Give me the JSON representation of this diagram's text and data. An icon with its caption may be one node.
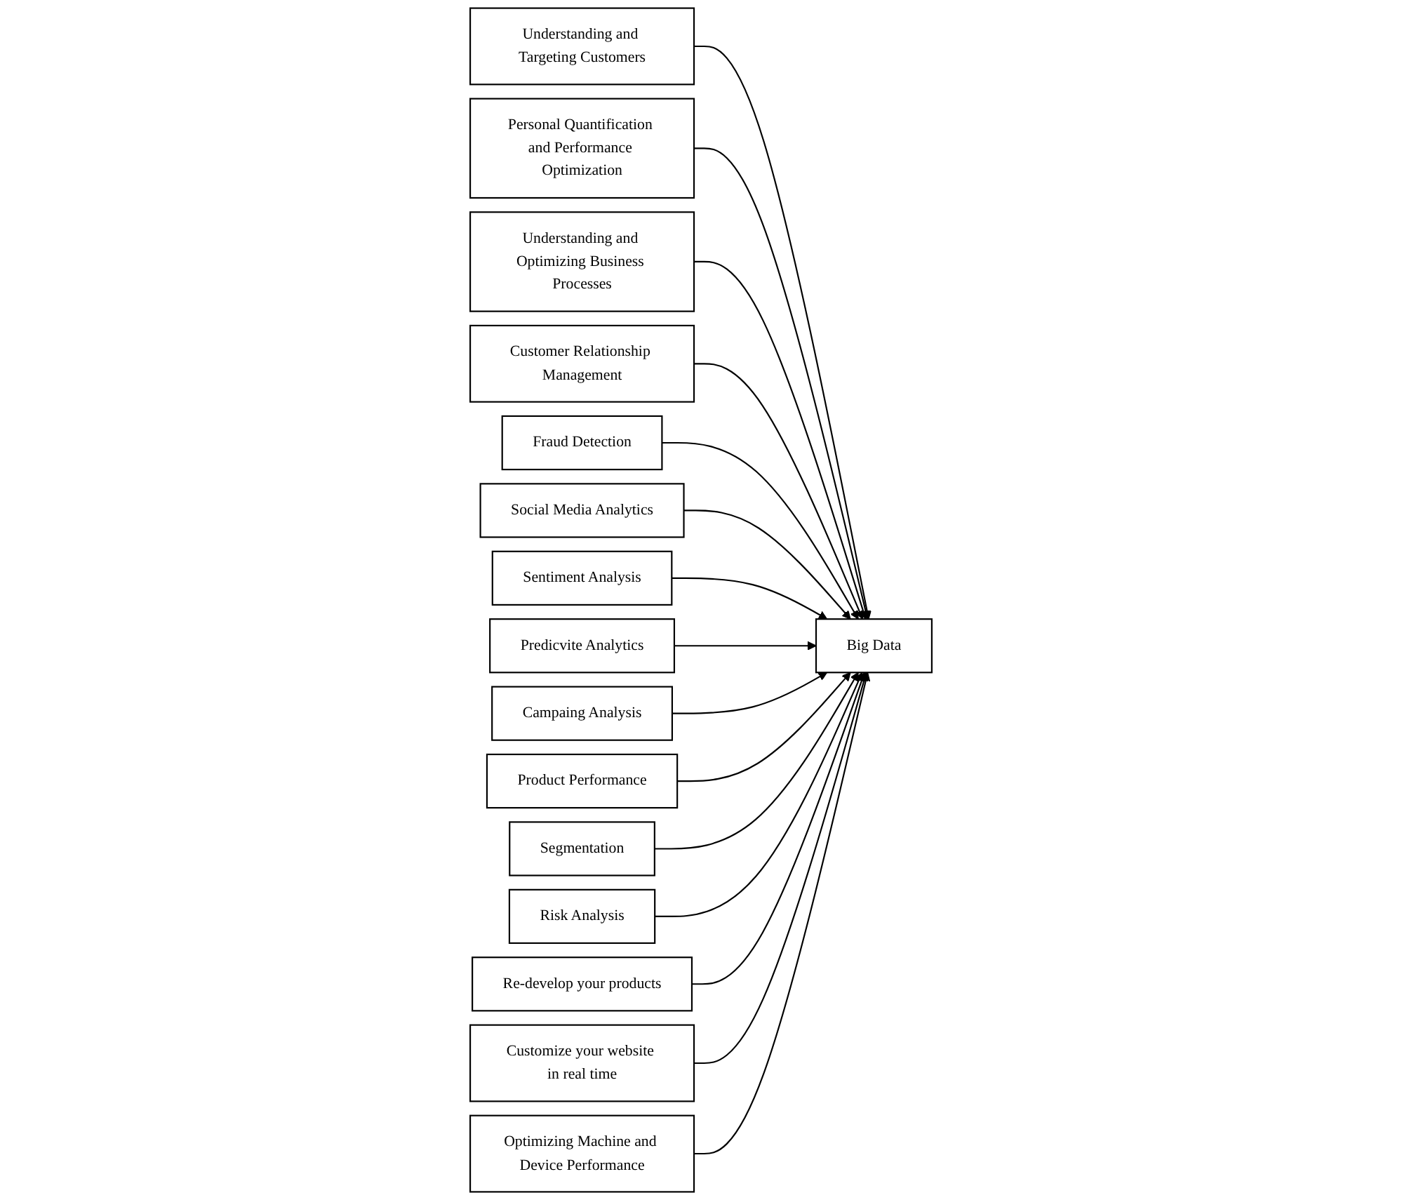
{
  "diagram": {
    "nodes": [
      {
        "text": [
          "Understanding and Targeting Customers"
        ]
      },
      {
        "text": [
          "Personal Quantification and Performance Optimization"
        ]
      },
      {
        "text": [
          "Understanding and Optimizing Business Processes"
        ]
      },
      {
        "text": [
          "Customer Relationship Management"
        ]
      },
      {
        "text": [
          "Campaing Analysis"
        ]
      },
      {
        "text": [
          "Fraud Detection"
        ]
      },
      {
        "text": [
          "Product Performance"
        ]
      },
      {
        "text": [
          "Social Media Analytics"
        ]
      },
      {
        "text": [
          "Big Data"
        ]
      },
      {
        "text": [
          "Segmentation"
        ]
      },
      {
        "text": [
          "Sentiment Analysis"
        ]
      },
      {
        "text": [
          "Risk Analysis"
        ]
      },
      {
        "text": [
          "Predicvite Analytics"
        ]
      },
      {
        "text": [
          "Customize your website in real time"
        ]
      },
      {
        "text": [
          "Optimizing Machine and Device Performance"
        ]
      },
      {
        "text": [
          "Re-develop your products"
        ]
      }
    ],
    "edges": [
      {
        "from": 0,
        "to": 8,
        "arrow": "to"
      },
      {
        "from": 1,
        "to": 8,
        "arrow": "to"
      },
      {
        "from": 2,
        "to": 8,
        "arrow": "to"
      },
      {
        "from": 3,
        "to": 8,
        "arrow": "to"
      },
      {
        "from": 5,
        "to": 8,
        "arrow": "to"
      },
      {
        "from": 7,
        "to": 8,
        "arrow": "to"
      },
      {
        "from": 10,
        "to": 8,
        "arrow": "to"
      },
      {
        "from": 12,
        "to": 8,
        "arrow": "to"
      },
      {
        "from": 4,
        "to": 8,
        "arrow": "to"
      },
      {
        "from": 6,
        "to": 8,
        "arrow": "to"
      },
      {
        "from": 9,
        "to": 8,
        "arrow": "to"
      },
      {
        "from": 11,
        "to": 8,
        "arrow": "to"
      },
      {
        "from": 15,
        "to": 8,
        "arrow": "to"
      },
      {
        "from": 13,
        "to": 8,
        "arrow": "to"
      },
      {
        "from": 14,
        "to": 8,
        "arrow": "to"
      }
    ]
  }
}
